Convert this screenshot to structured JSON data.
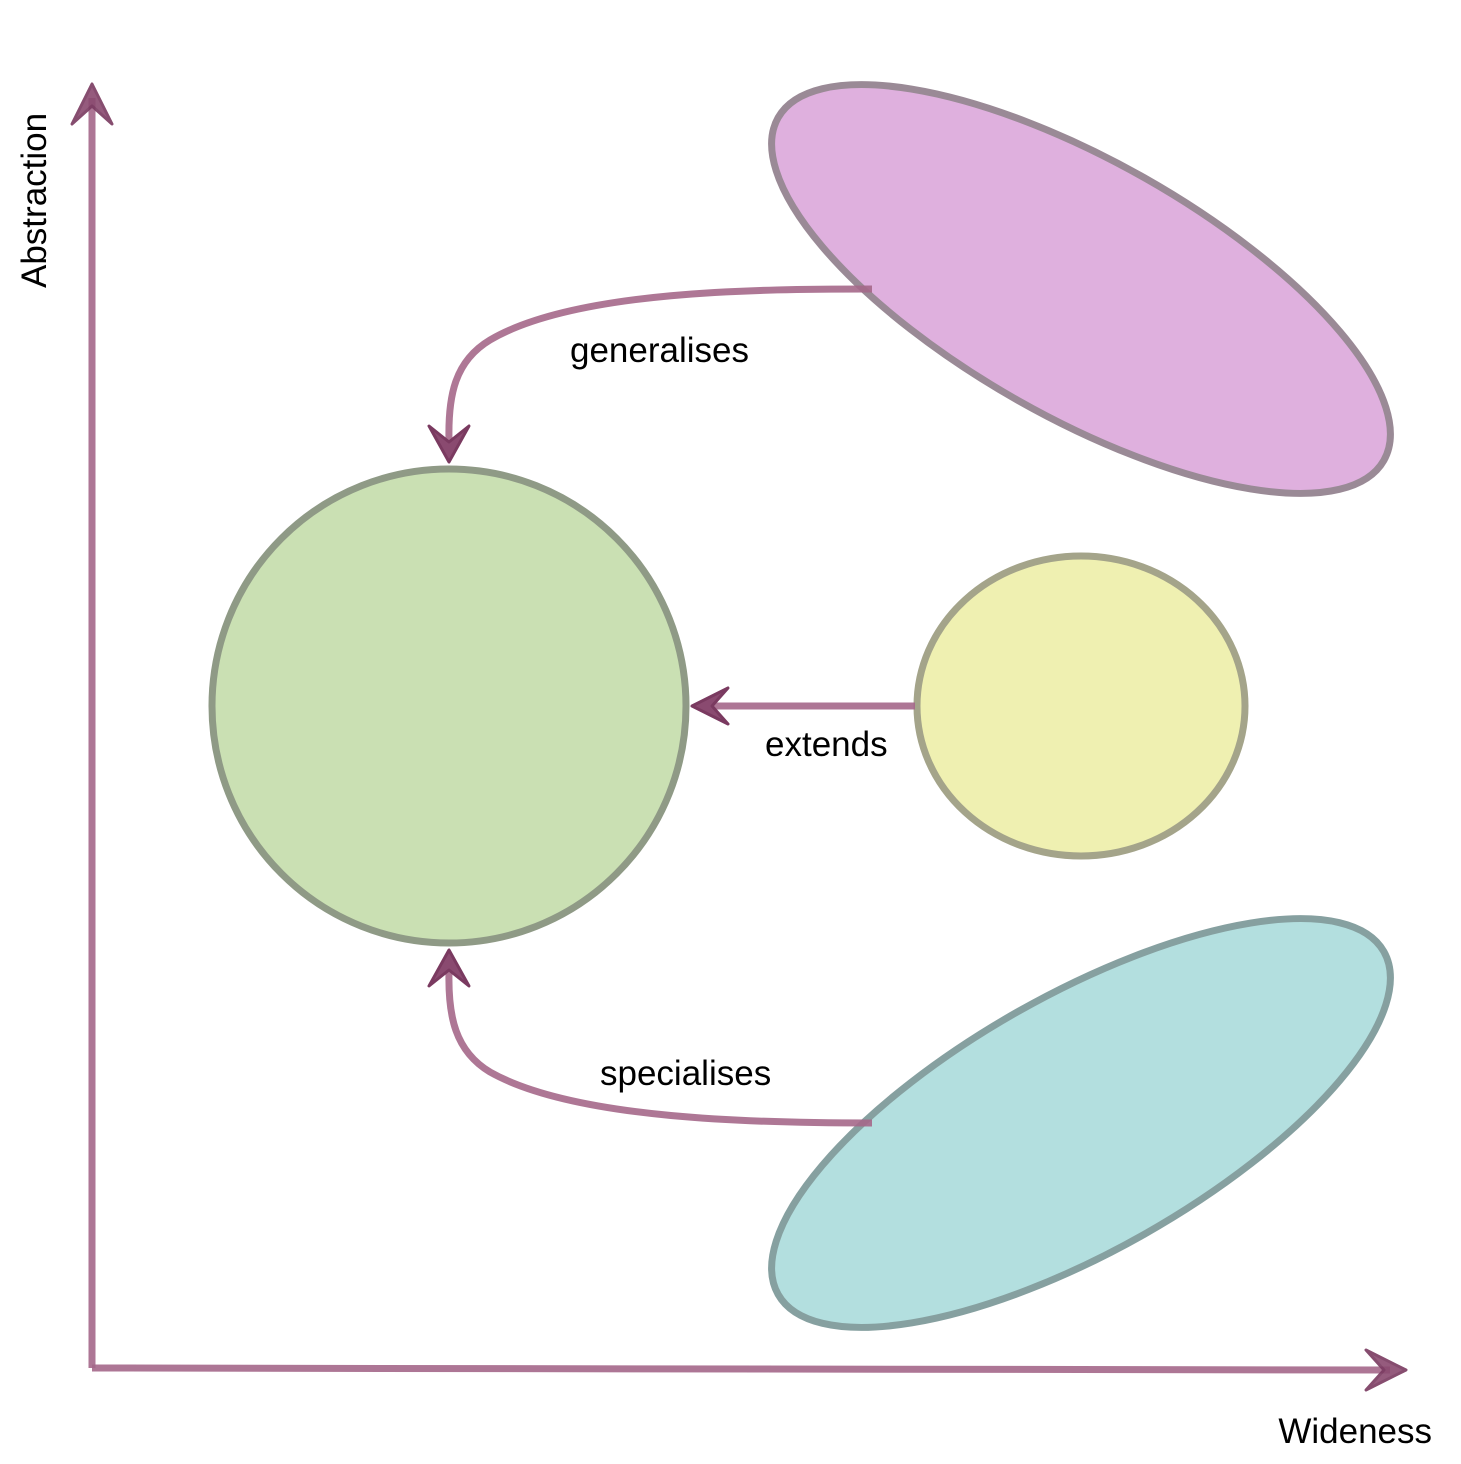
{
  "axes": {
    "y_label": "Abstraction",
    "x_label": "Wideness"
  },
  "shapes": {
    "top": {
      "fill": "#dfb0de"
    },
    "center": {
      "fill": "#cae0b3"
    },
    "right": {
      "fill": "#eff0b1"
    },
    "bottom": {
      "fill": "#b3dfdf"
    }
  },
  "edges": {
    "generalises": "generalises",
    "extends": "extends",
    "specialises": "specialises"
  },
  "colors": {
    "arrow": "#a5688a",
    "arrowhead": "#7a3a60",
    "outline": "#9e9e9e"
  }
}
